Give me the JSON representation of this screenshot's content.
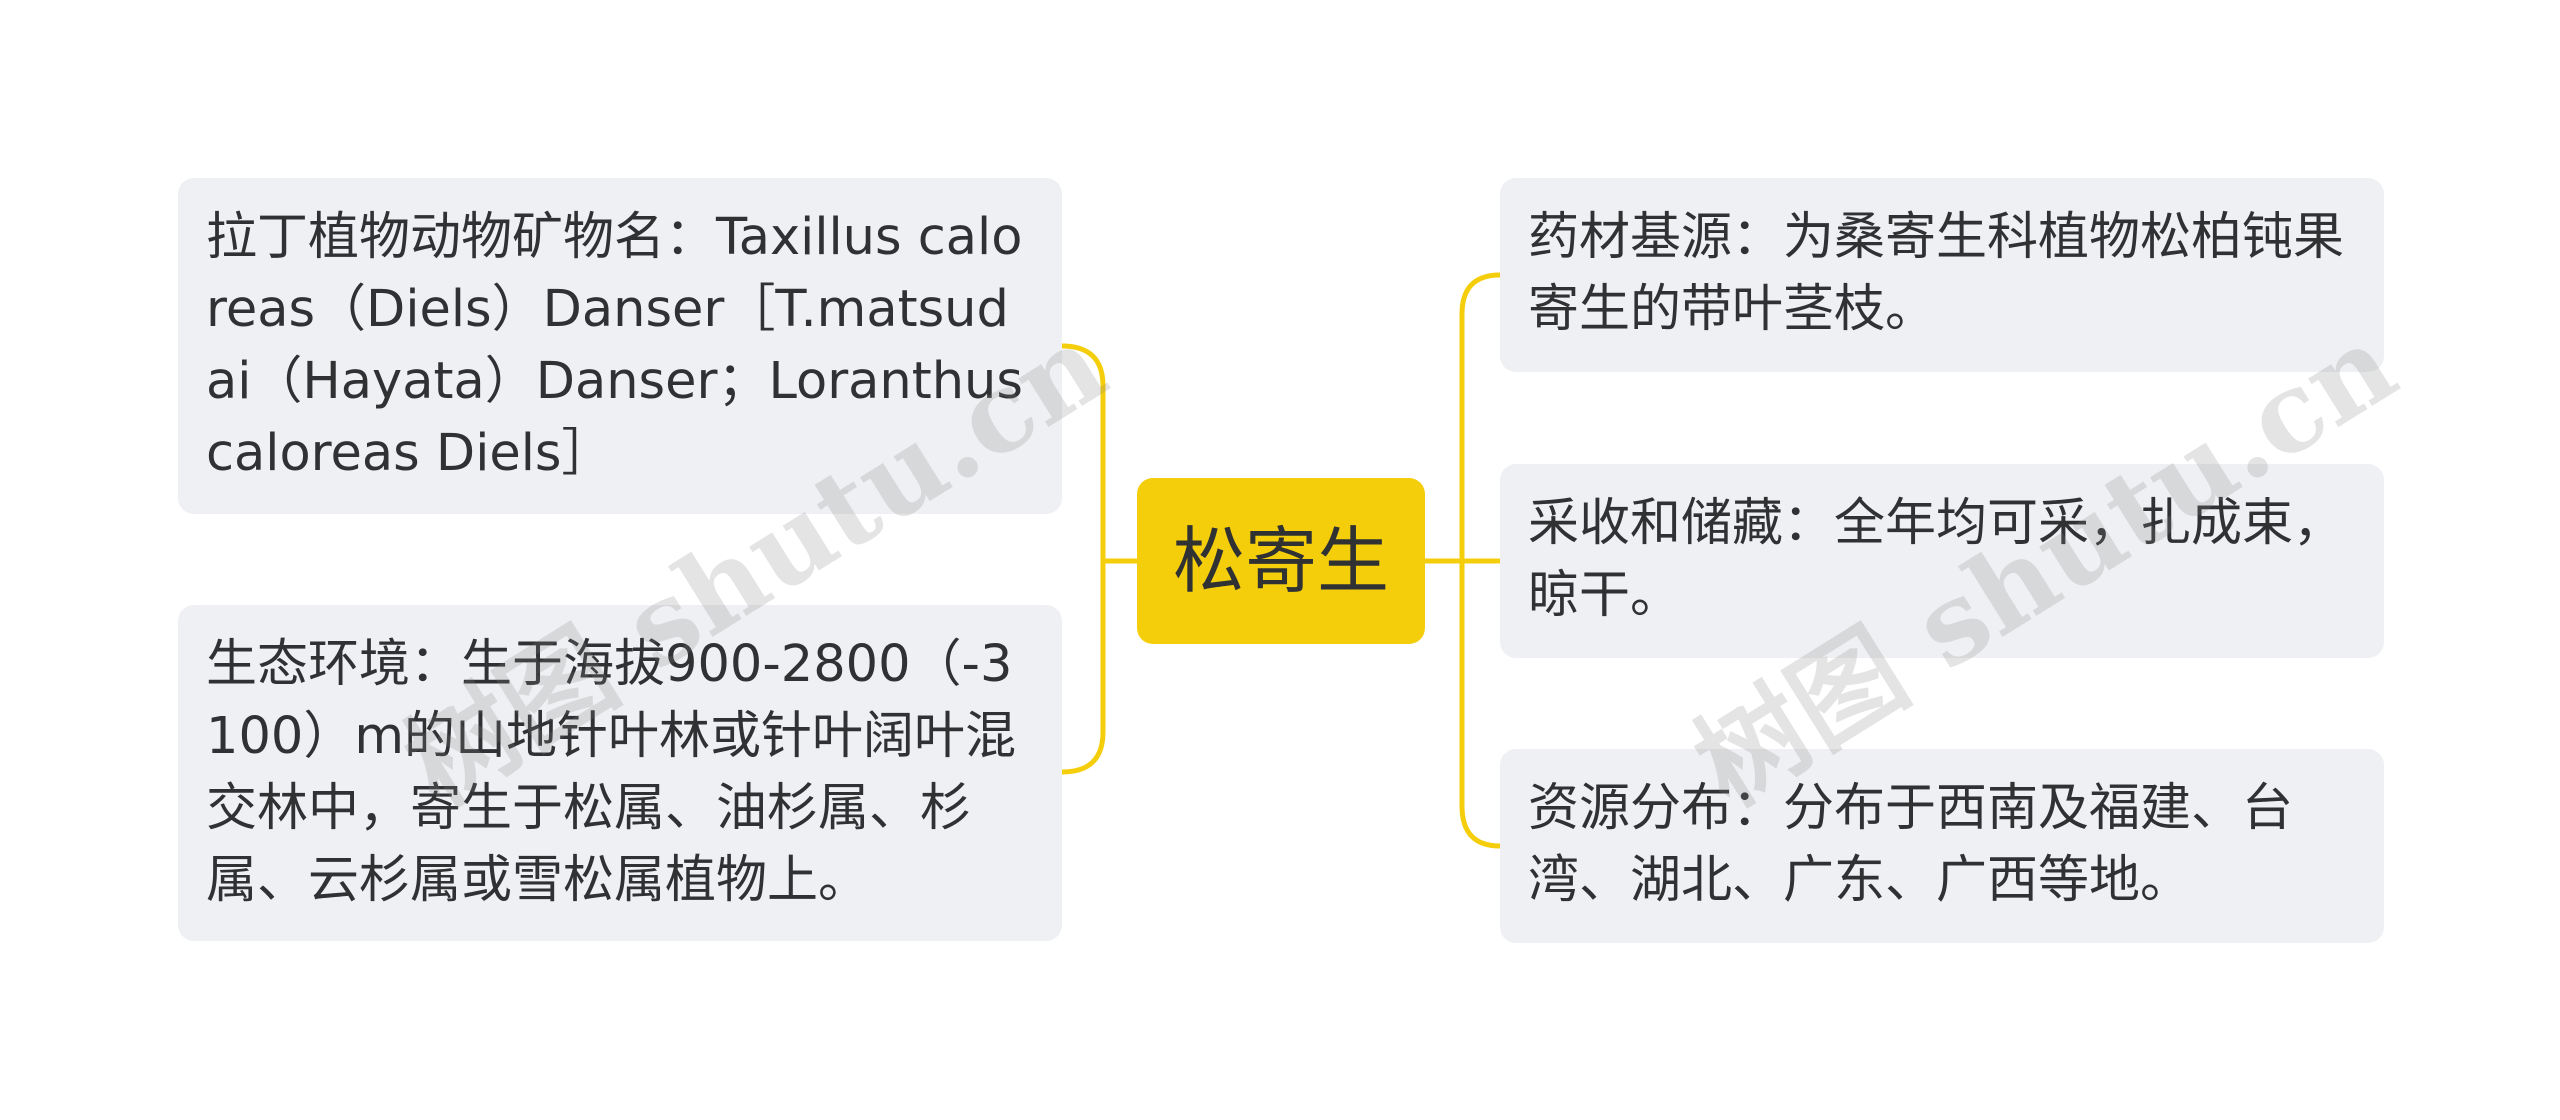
{
  "center": {
    "label": "松寄生"
  },
  "left_nodes": [
    {
      "text": "拉丁植物动物矿物名：Taxillus caloreas（Diels）Danser［T.matsudai（Hayata）Danser；Loranthus caloreas Diels］"
    },
    {
      "text": "生态环境：生于海拔900-2800（-3100）m的山地针叶林或针叶阔叶混交林中，寄生于松属、油杉属、杉属、云杉属或雪松属植物上。"
    }
  ],
  "right_nodes": [
    {
      "text": "药材基源：为桑寄生科植物松柏钝果寄生的带叶茎枝。"
    },
    {
      "text": "采收和储藏：全年均可采，扎成束，晾干。"
    },
    {
      "text": "资源分布：分布于西南及福建、台湾、湖北、广东、广西等地。"
    }
  ],
  "watermarks": [
    "树图 shutu.cn",
    "树图 shutu.cn"
  ],
  "colors": {
    "connector": "#f5ce0b",
    "center_fill": "#f5ce0b",
    "node_fill": "#eef0f3",
    "text": "#2f3133"
  }
}
